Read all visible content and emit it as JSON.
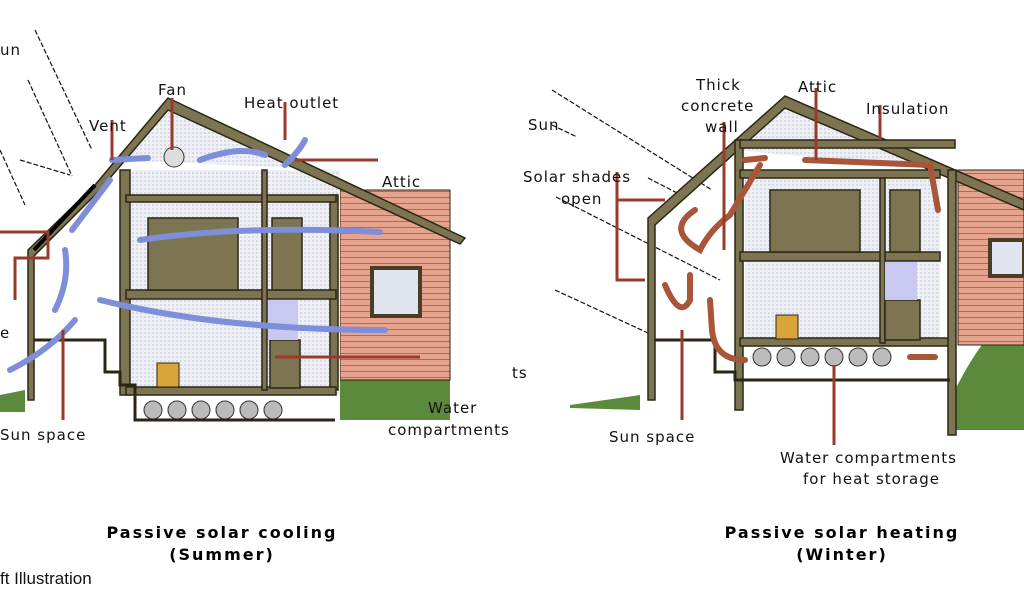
{
  "cooling": {
    "labels": {
      "sun": "un",
      "fan": "Fan",
      "vent": "Vent",
      "heat_outlet": "Heat outlet",
      "attic": "Attic",
      "partial": "e",
      "sun_space": "Sun space",
      "water_1": "Water",
      "water_2": "compartments"
    },
    "title": "Passive solar cooling",
    "subtitle": "(Summer)"
  },
  "heating": {
    "labels": {
      "sun": "Sun",
      "thick": "Thick",
      "concrete": "concrete",
      "wall": "wall",
      "attic": "Attic",
      "insulation": "Insulation",
      "shades_1": "Solar shades",
      "shades_2": "open",
      "sun_space": "Sun space",
      "water_1": "Water compartments",
      "water_2": "for heat storage",
      "partial": "ts"
    },
    "title": "Passive solar heating",
    "subtitle": "(Winter)"
  },
  "credit": "ft Illustration",
  "colors": {
    "wood": "#7d7451",
    "siding": "#e6a48f",
    "air": "#7f8ed8",
    "warm": "#a8553a",
    "leader": "#9b3a2a",
    "grass": "#5c8a3c"
  }
}
